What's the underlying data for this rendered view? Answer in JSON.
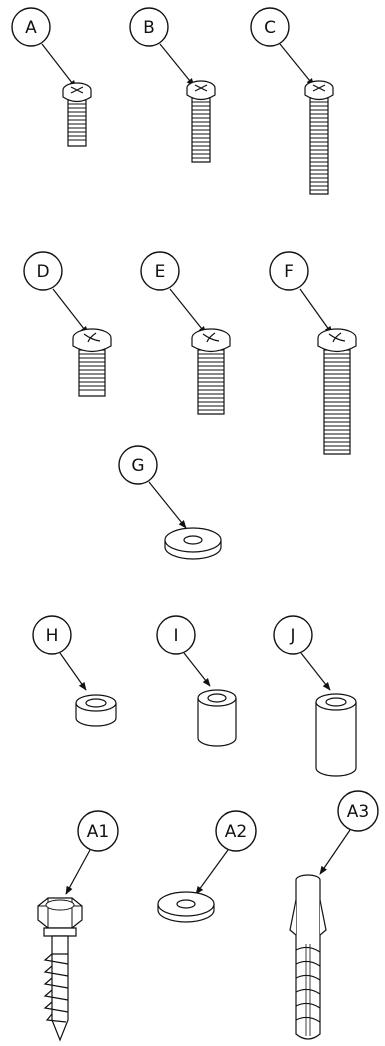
{
  "parts": [
    {
      "id": "A",
      "label": "A",
      "kind": "pan-head-screw-short"
    },
    {
      "id": "B",
      "label": "B",
      "kind": "pan-head-screw-medium"
    },
    {
      "id": "C",
      "label": "C",
      "kind": "pan-head-screw-long"
    },
    {
      "id": "D",
      "label": "D",
      "kind": "pan-head-machine-screw-short"
    },
    {
      "id": "E",
      "label": "E",
      "kind": "pan-head-machine-screw-medium"
    },
    {
      "id": "F",
      "label": "F",
      "kind": "pan-head-machine-screw-long"
    },
    {
      "id": "G",
      "label": "G",
      "kind": "flat-washer"
    },
    {
      "id": "H",
      "label": "H",
      "kind": "spacer-short"
    },
    {
      "id": "I",
      "label": "I",
      "kind": "spacer-medium"
    },
    {
      "id": "J",
      "label": "J",
      "kind": "spacer-long"
    },
    {
      "id": "A1",
      "label": "A1",
      "kind": "hex-lag-screw"
    },
    {
      "id": "A2",
      "label": "A2",
      "kind": "flat-washer"
    },
    {
      "id": "A3",
      "label": "A3",
      "kind": "wall-anchor"
    }
  ],
  "colors": {
    "line": "#111111",
    "fill": "#ffffff"
  }
}
